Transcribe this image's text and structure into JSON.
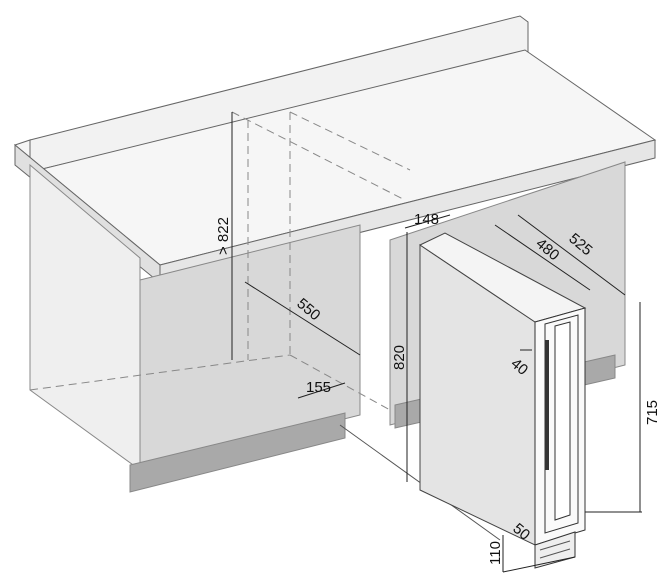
{
  "title": "Built-in wine cooler installation diagram",
  "dimensions": {
    "niche_height": "> 822",
    "niche_depth": "550",
    "vent_depth": "155",
    "appliance_width": "148",
    "appliance_depth_body": "480",
    "appliance_depth_total": "525",
    "appliance_height": "820",
    "door_offset": "40",
    "door_height": "715",
    "plinth_depth": "50",
    "plinth_height": "110"
  },
  "colors": {
    "cabinet_front": "#d8d8d8",
    "cabinet_side": "#ececec",
    "plinth": "#a9a9a9",
    "countertop": "#f4f4f4"
  }
}
